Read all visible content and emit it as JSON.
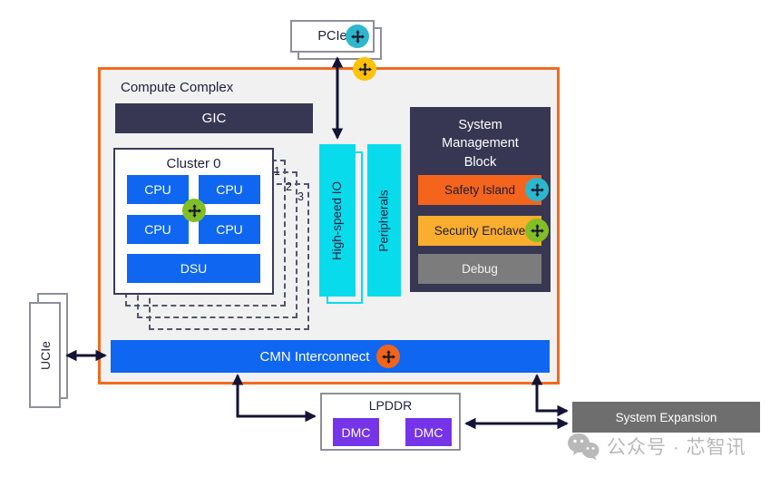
{
  "colors": {
    "orange_border": "#F26A1F",
    "panel_bg": "#F1F1F2",
    "navy": "#373753",
    "blue": "#0F66F0",
    "cyan": "#08DCEC",
    "purple": "#7634E9",
    "safety_orange": "#F4641D",
    "amber": "#FBAD2D",
    "debug_gray": "#7C7C7C",
    "expansion_gray": "#6E6E6E",
    "arrow_navy": "#131333",
    "badge_teal": "#2CB7CD",
    "badge_green": "#82BE26",
    "badge_yellow": "#FFC20A",
    "badge_orange": "#F26419",
    "text_navy": "#21213F",
    "box_border_gray": "#8F8F99",
    "dashed": "#55556E",
    "watermark_gray": "#B9B9B9",
    "badge_glyph": "#16162E"
  },
  "icons": {
    "config_badge": "config-cross-icon",
    "wechat": "wechat-icon"
  },
  "pcie": {
    "label": "PCIe"
  },
  "compute_complex": {
    "title": "Compute Complex",
    "gic_label": "GIC",
    "cluster": {
      "title": "Cluster 0",
      "cpu_labels": [
        "CPU",
        "CPU",
        "CPU",
        "CPU"
      ],
      "dsu_label": "DSU",
      "stack_numbers": [
        "1",
        "2",
        "3"
      ]
    },
    "high_speed_io_label": "High-speed IO",
    "peripherals_label": "Peripherals",
    "smb": {
      "title": "System Management Block",
      "rows": [
        "Safety Island",
        "Security Enclave",
        "Debug"
      ]
    },
    "cmn_label": "CMN Interconnect"
  },
  "ucie_label": "UCIe",
  "lpddr": {
    "title": "LPDDR",
    "dmc_labels": [
      "DMC",
      "DMC"
    ]
  },
  "system_expansion_label": "System Expansion",
  "watermark_text": "公众号 · 芯智讯"
}
